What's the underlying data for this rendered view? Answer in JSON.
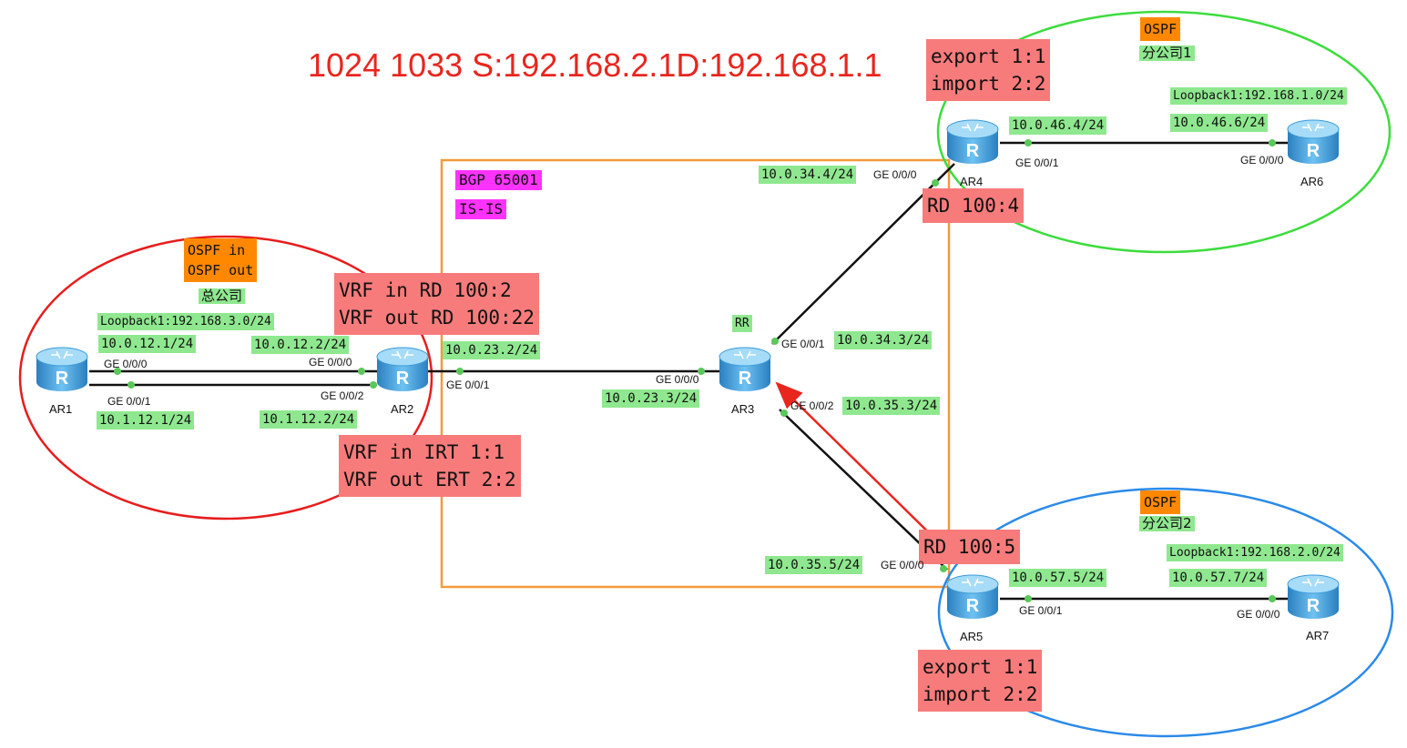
{
  "title": "1024 1033 S:192.168.2.1D:192.168.1.1",
  "colors": {
    "headquarters_circle": "#e81c1c",
    "branch1_circle": "#3ddc3d",
    "branch2_circle": "#2a8ae8",
    "bgp_box": "#f39a3b",
    "label_green": "#8fe88f",
    "label_red": "#f77b7b",
    "label_orange": "#ff8800",
    "label_magenta": "#ff33ff",
    "arrow": "#e8261e",
    "router_blue": "#3a9ad9"
  },
  "routers": [
    {
      "id": "AR1",
      "label": "AR1"
    },
    {
      "id": "AR2",
      "label": "AR2"
    },
    {
      "id": "AR3",
      "label": "AR3",
      "role": "RR"
    },
    {
      "id": "AR4",
      "label": "AR4"
    },
    {
      "id": "AR5",
      "label": "AR5"
    },
    {
      "id": "AR6",
      "label": "AR6"
    },
    {
      "id": "AR7",
      "label": "AR7"
    }
  ],
  "areas": {
    "bgp": [
      "BGP 65001",
      "IS-IS"
    ],
    "hq": {
      "ospf_in": "OSPF in",
      "ospf_out": "OSPF out",
      "name": "总公司"
    },
    "branch1": {
      "ospf": "OSPF",
      "name": "分公司1"
    },
    "branch2": {
      "ospf": "OSPF",
      "name": "分公司2"
    }
  },
  "vrf_notes": {
    "ar2_rd": [
      "VRF in RD 100:2",
      "VRF out RD 100:22"
    ],
    "ar2_rt": [
      "VRF in IRT 1:1",
      "VRF out ERT 2:2"
    ],
    "ar4_rt": [
      "export 1:1",
      "import 2:2"
    ],
    "ar4_rd": "RD 100:4",
    "ar5_rd": "RD 100:5",
    "ar5_rt": [
      "export 1:1",
      "import 2:2"
    ]
  },
  "addresses": {
    "ar1_lo": "Loopback1:192.168.3.0/24",
    "ar1_g000": "10.0.12.1/24",
    "ar2_g000": "10.0.12.2/24",
    "ar1_g001": "10.1.12.1/24",
    "ar2_g002": "10.1.12.2/24",
    "ar2_g001": "10.0.23.2/24",
    "ar3_g000": "10.0.23.3/24",
    "ar3_g001": "10.0.34.3/24",
    "ar3_g002": "10.0.35.3/24",
    "ar4_g000": "10.0.34.4/24",
    "ar4_g001": "10.0.46.4/24",
    "ar6_g000": "10.0.46.6/24",
    "ar6_lo": "Loopback1:192.168.1.0/24",
    "ar5_g000": "10.0.35.5/24",
    "ar5_g001": "10.0.57.5/24",
    "ar7_g000": "10.0.57.7/24",
    "ar7_lo": "Loopback1:192.168.2.0/24"
  },
  "interfaces": {
    "ge000": "GE 0/0/0",
    "ge001": "GE 0/0/1",
    "ge002": "GE 0/0/2"
  }
}
